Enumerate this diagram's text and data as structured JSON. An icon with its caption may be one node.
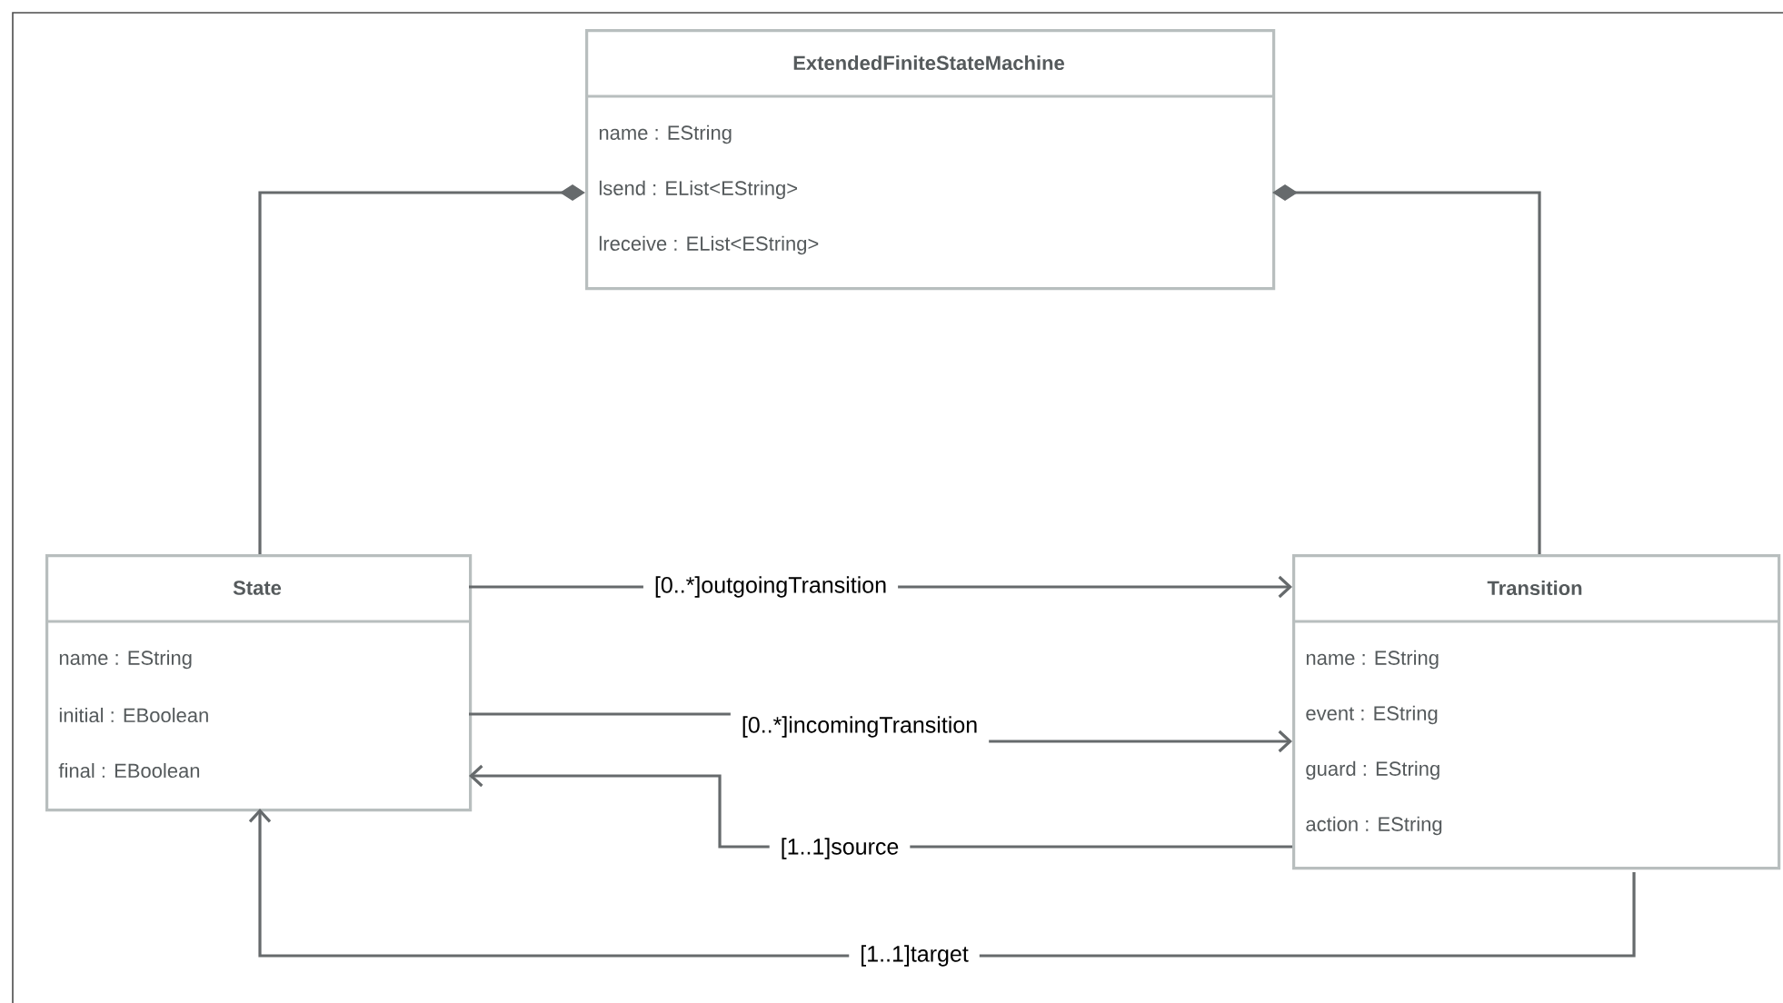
{
  "diagram": {
    "nodes": [
      {
        "text": [
          "ExtendedFiniteStateMachine",
          "name : EString",
          "lsend : EList<EString>",
          "lreceive : EList<EString>"
        ]
      },
      {
        "text": [
          "State",
          "name : EString",
          "initial : EBoolean",
          "final : EBoolean"
        ]
      },
      {
        "text": [
          "Transition",
          "name : EString",
          "event : EString",
          "guard : EString",
          "action : EString"
        ]
      }
    ],
    "edges": [
      {
        "from": 0,
        "to": 1,
        "arrow": "other"
      },
      {
        "from": 0,
        "to": 2,
        "arrow": "other"
      },
      {
        "from": 1,
        "to": 2,
        "arrow": "to",
        "label": "[0..*]outgoingTransition"
      },
      {
        "from": 1,
        "to": 2,
        "arrow": "to",
        "label": "[0..*]incomingTransition"
      },
      {
        "from": 2,
        "to": 1,
        "arrow": "to",
        "label": "[1..1]source"
      },
      {
        "from": 2,
        "to": 1,
        "arrow": "to",
        "label": "[1..1]target"
      }
    ]
  }
}
